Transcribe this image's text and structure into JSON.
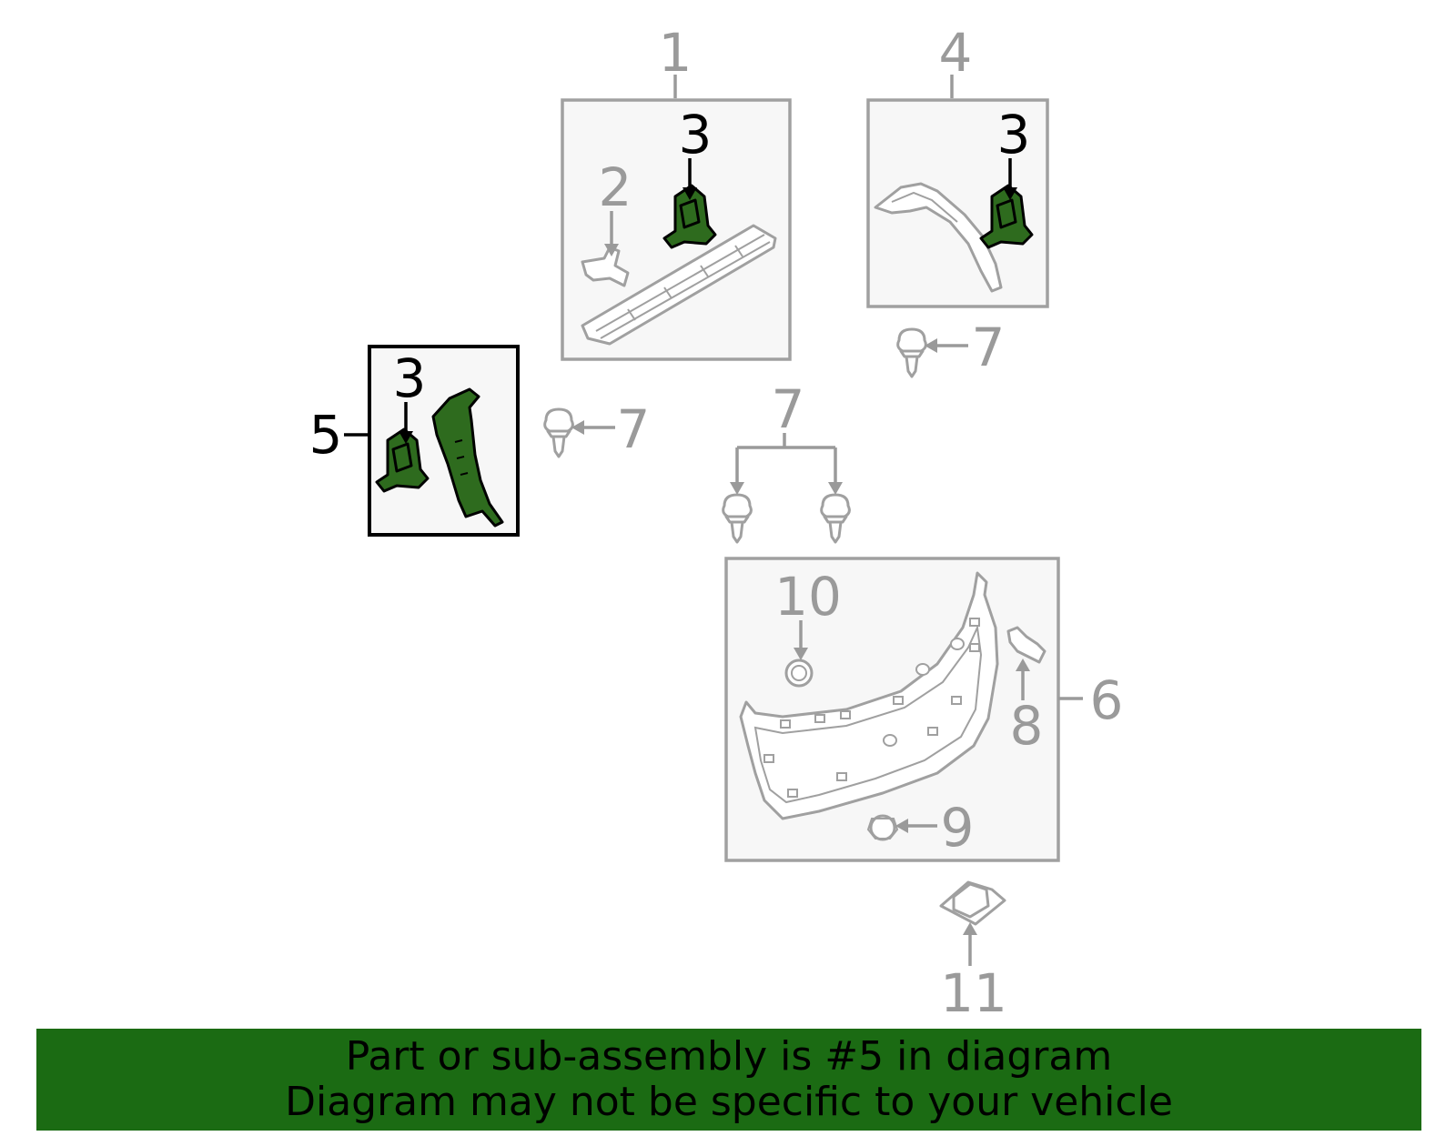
{
  "callouts": {
    "c1": "1",
    "c2": "2",
    "c3a": "3",
    "c3b": "3",
    "c3c": "3",
    "c4": "4",
    "c5": "5",
    "c6": "6",
    "c7a": "7",
    "c7b": "7",
    "c7c": "7",
    "c8": "8",
    "c9": "9",
    "c10": "10",
    "c11": "11"
  },
  "banner": {
    "line1": "Part or sub-assembly is #5 in diagram",
    "line2": "Diagram may not be specific to your vehicle"
  },
  "colors": {
    "highlight_part": "#2e6b1e",
    "banner_bg": "#1b6b13",
    "callout_gray": "#9a9a9a"
  },
  "highlighted_part": "5"
}
